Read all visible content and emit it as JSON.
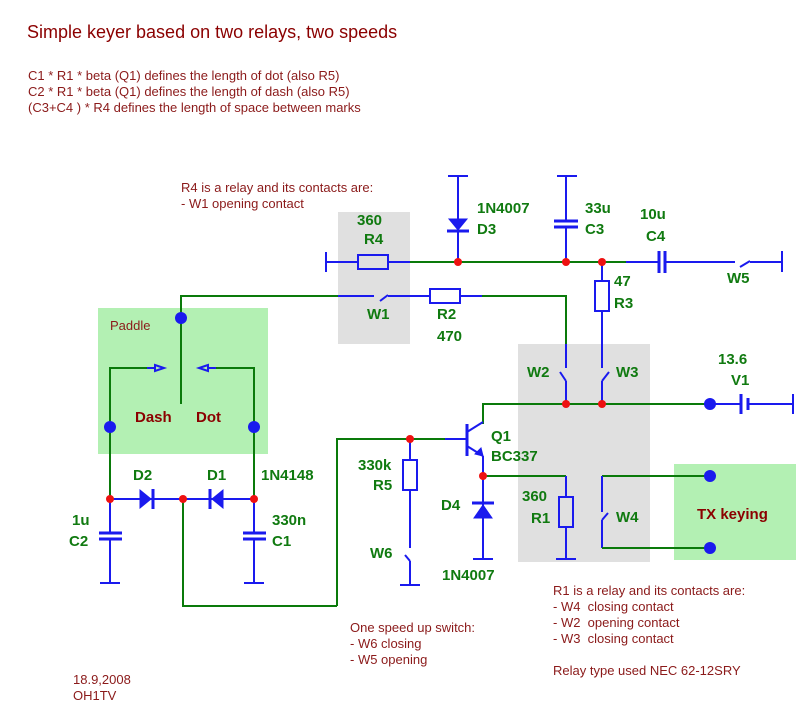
{
  "title": "Simple keyer based on two relays, two speeds",
  "description": [
    "C1 * R1 * beta (Q1) defines the length of dot (also R5)",
    "C2 * R1 * beta (Q1) defines the length of dash (also R5)",
    "(C3+C4 ) * R4 defines the length of space between marks"
  ],
  "notes": {
    "r4_relay": "R4 is a relay and its contacts are:\n- W1 opening contact",
    "speed_switch": "One speed up switch:\n- W6 closing\n- W5 opening",
    "r1_relay": "R1 is a relay and its contacts are:\n- W4  closing contact\n- W2  opening contact\n- W3  closing contact\n\nRelay type used NEC 62-12SRY",
    "signature_date": "18.9,2008",
    "signature_call": "OH1TV"
  },
  "blocks": {
    "paddle": "Paddle",
    "dash": "Dash",
    "dot": "Dot",
    "tx_keying": "TX keying"
  },
  "components": {
    "R4": {
      "ref": "R4",
      "value": "360"
    },
    "R2": {
      "ref": "R2",
      "value": "470"
    },
    "R3": {
      "ref": "R3",
      "value": "47"
    },
    "R1": {
      "ref": "R1",
      "value": "360"
    },
    "R5": {
      "ref": "R5",
      "value": "330k"
    },
    "D3": {
      "ref": "D3",
      "value": "1N4007"
    },
    "D4": {
      "ref": "D4",
      "value": "1N4007"
    },
    "D1": {
      "ref": "D1"
    },
    "D2": {
      "ref": "D2"
    },
    "D12_value": "1N4148",
    "C3": {
      "ref": "C3",
      "value": "33u"
    },
    "C4": {
      "ref": "C4",
      "value": "10u"
    },
    "C2": {
      "ref": "C2",
      "value": "1u"
    },
    "C1": {
      "ref": "C1",
      "value": "330n"
    },
    "Q1": {
      "ref": "Q1",
      "value": "BC337"
    },
    "V1": {
      "ref": "V1",
      "value": "13.6"
    },
    "W1": "W1",
    "W2": "W2",
    "W3": "W3",
    "W4": "W4",
    "W5": "W5",
    "W6": "W6"
  },
  "colors": {
    "wire": "#0a7a0a",
    "component": "#1a1aee",
    "junction": "#ee1111",
    "relay_box": "#e0e0e0",
    "io_box": "#b3f0b3",
    "text_note": "#8b1a1a",
    "text_label": "#107a10"
  }
}
